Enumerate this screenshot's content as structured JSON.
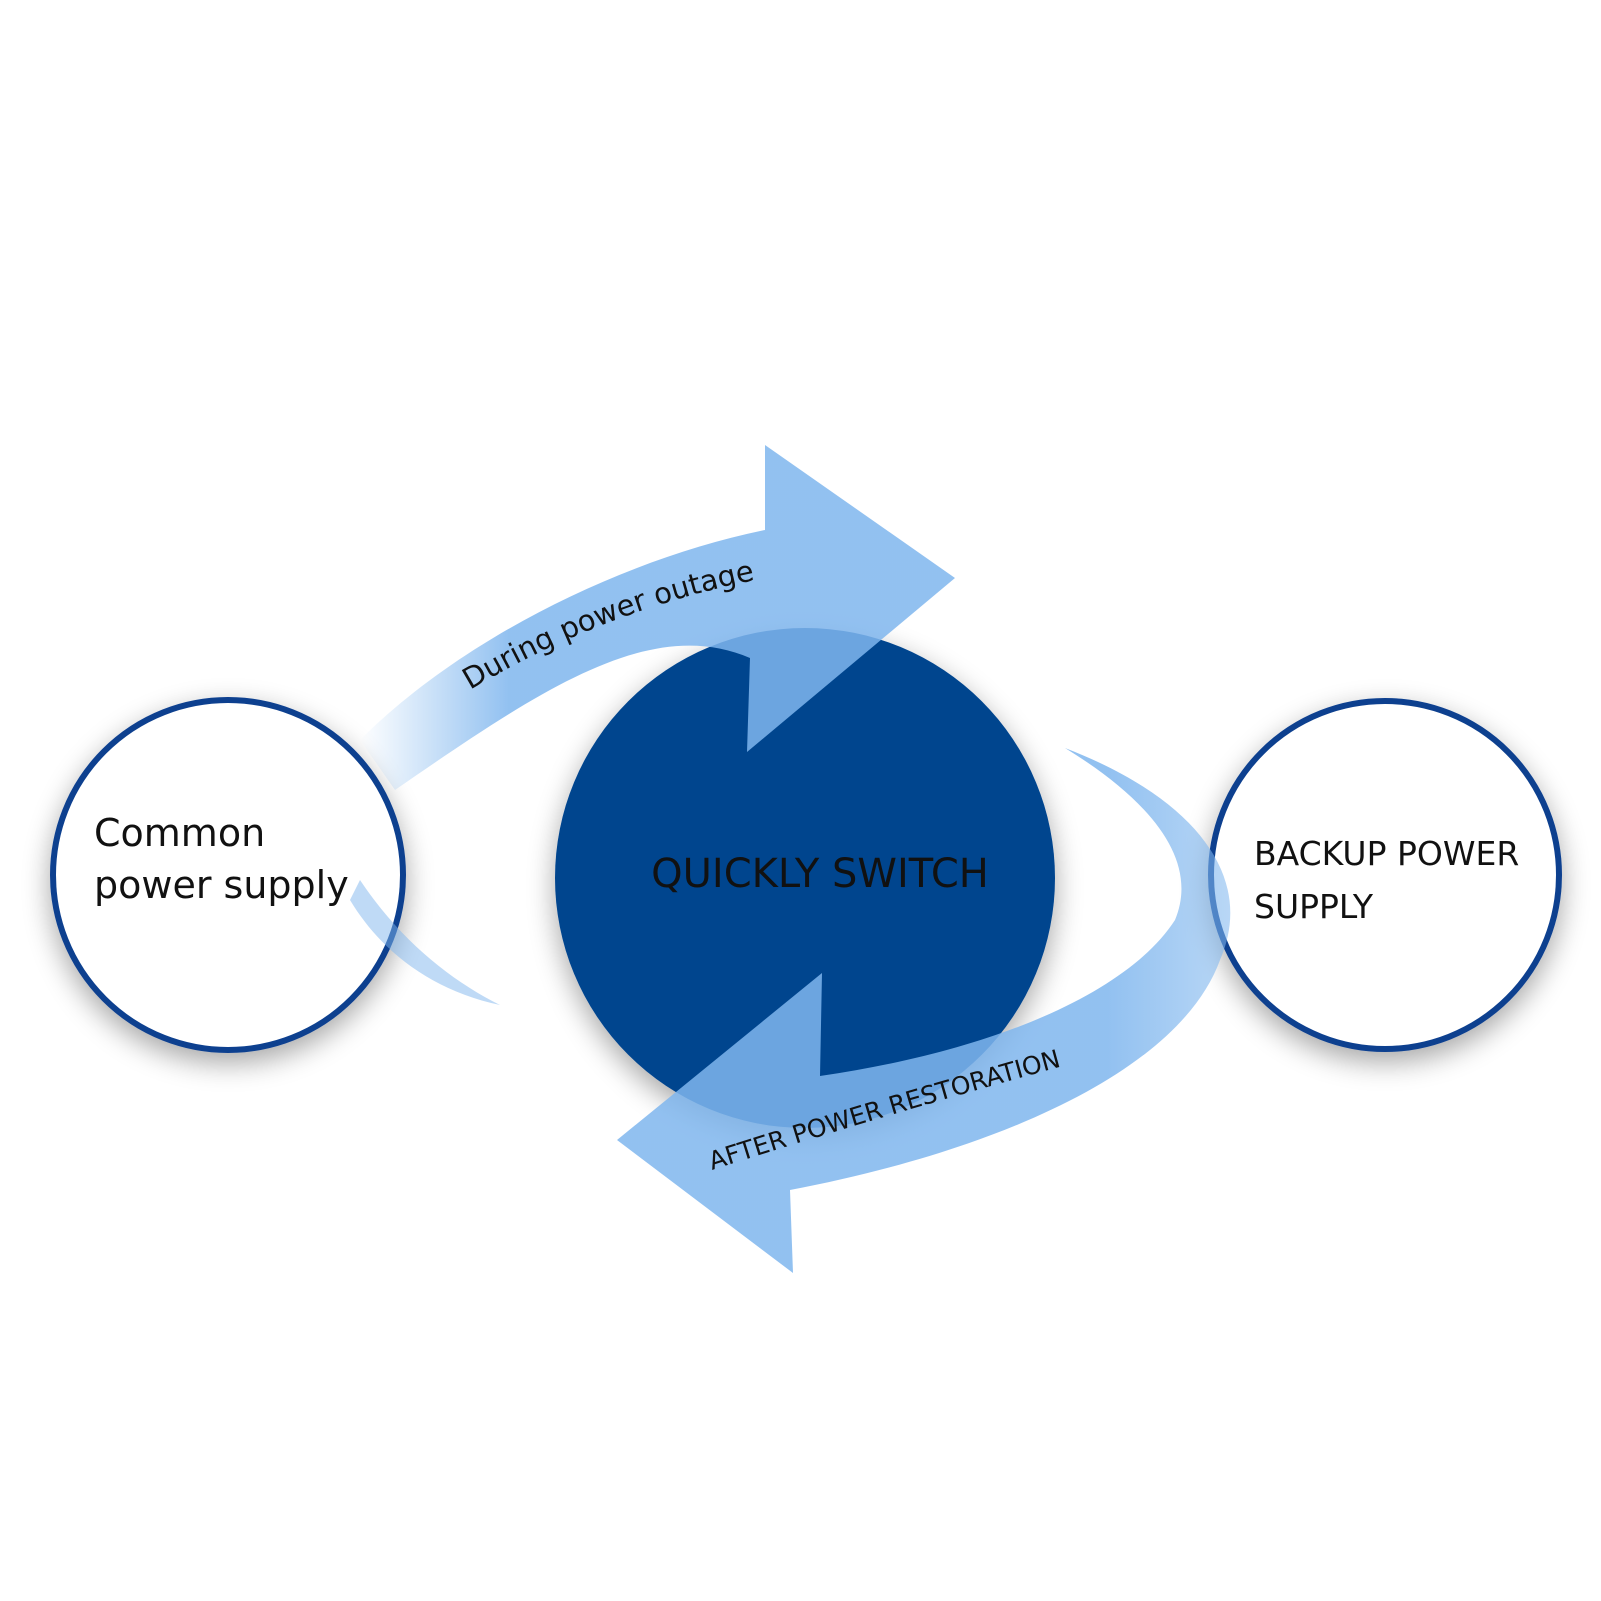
{
  "diagram": {
    "left_node": {
      "line1": "Common",
      "line2": "power supply"
    },
    "center_node": {
      "label": "QUICKLY SWITCH"
    },
    "right_node": {
      "line1": "BACKUP POWER",
      "line2": "SUPPLY"
    },
    "top_arrow": {
      "label": "During power outage"
    },
    "bottom_arrow": {
      "label": "AFTER POWER RESTORATION"
    }
  },
  "colors": {
    "ring": "#0d3f8f",
    "center_fill": "#03448e",
    "arrow": "#7fb6ee",
    "text": "#111111"
  },
  "icons": {
    "top_arrow": "curved-arrow-right-icon",
    "bottom_arrow": "curved-arrow-left-icon"
  }
}
